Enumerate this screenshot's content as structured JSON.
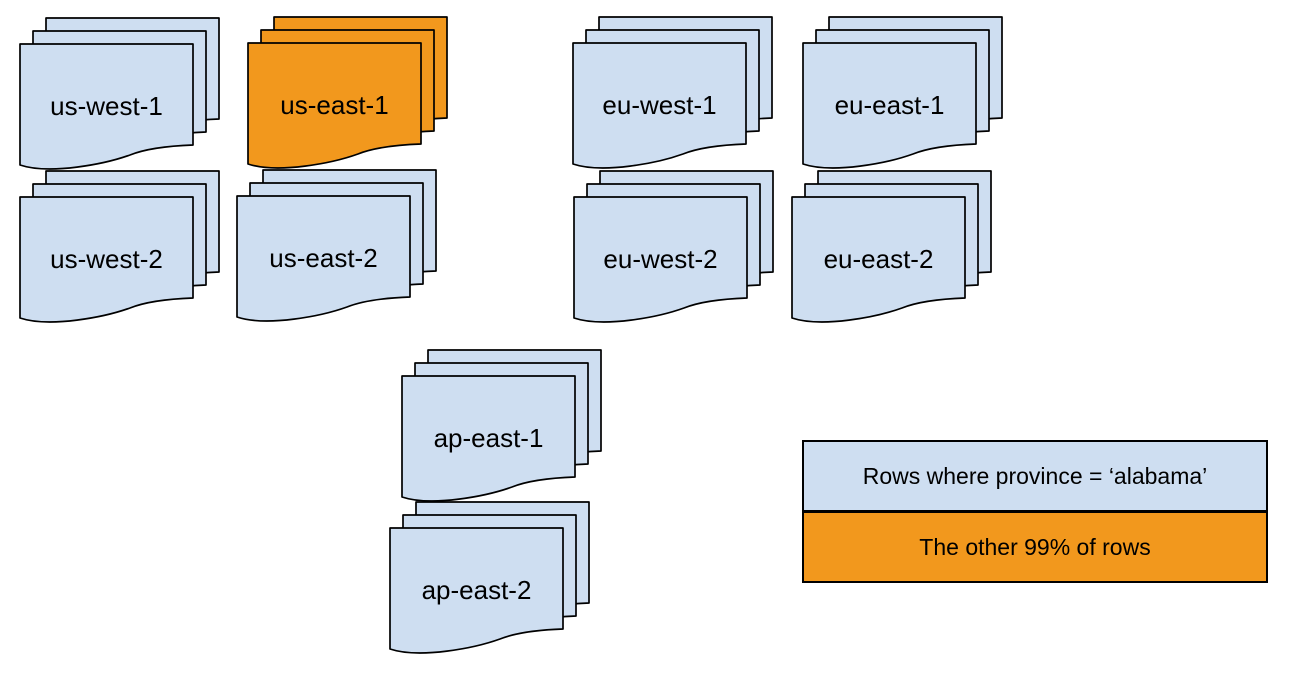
{
  "colors": {
    "region_fill": "#cedef1",
    "highlight_fill": "#f2981d",
    "stroke": "#000000",
    "text": "#000000"
  },
  "stacks": [
    {
      "label": "us-west-1",
      "highlighted": false
    },
    {
      "label": "us-east-1",
      "highlighted": true
    },
    {
      "label": "eu-west-1",
      "highlighted": false
    },
    {
      "label": "eu-east-1",
      "highlighted": false
    },
    {
      "label": "us-west-2",
      "highlighted": false
    },
    {
      "label": "us-east-2",
      "highlighted": false
    },
    {
      "label": "eu-west-2",
      "highlighted": false
    },
    {
      "label": "eu-east-2",
      "highlighted": false
    },
    {
      "label": "ap-east-1",
      "highlighted": false
    },
    {
      "label": "ap-east-2",
      "highlighted": false
    }
  ],
  "legend": {
    "items": [
      {
        "label": "Rows where province = ‘alabama’",
        "color": "#cedef1"
      },
      {
        "label": "The other 99% of rows",
        "color": "#f2981d"
      }
    ]
  }
}
